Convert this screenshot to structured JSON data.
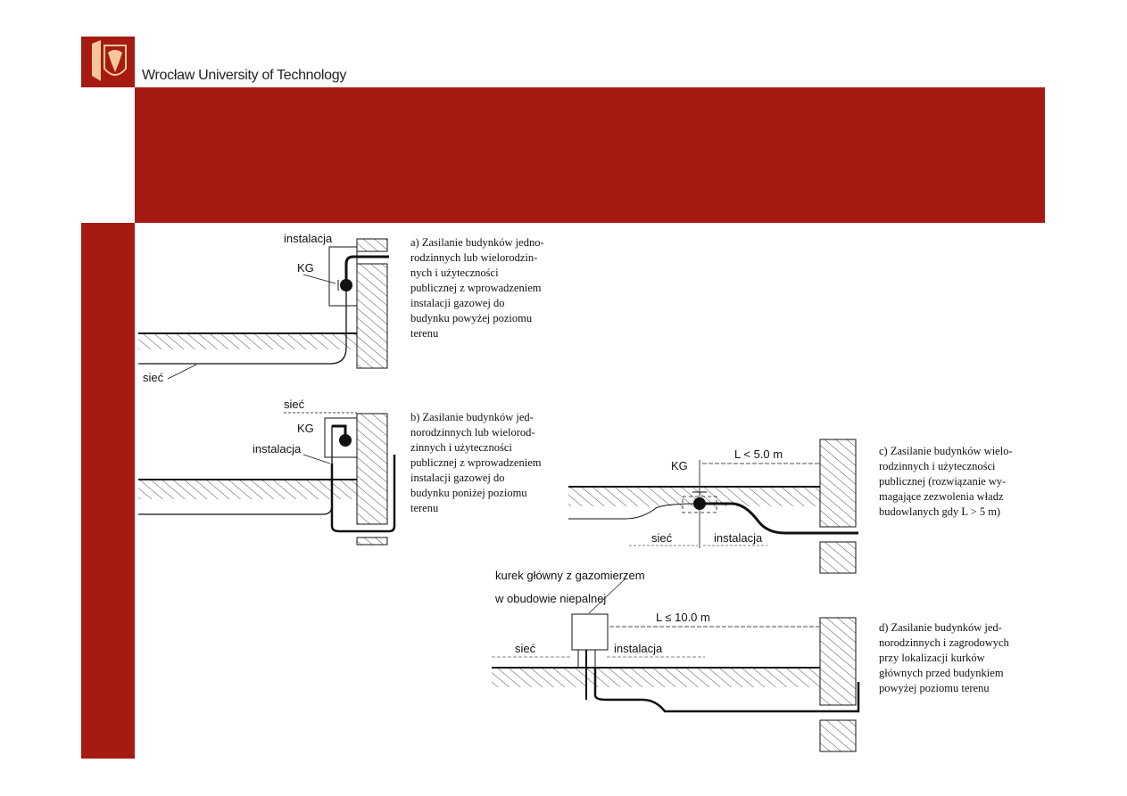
{
  "header": {
    "university": "Wrocław University of Technology"
  },
  "colors": {
    "brand_red": "#a61b11"
  },
  "diagrams": {
    "a": {
      "caption": "a) Zasilanie budynków jedno-\nrodzinnych lub wielorodzin-\nnych i użyteczności\npublicznej z wprowadzeniem\ninstalacji gazowej do\nbudynku powyżej poziomu\nterenu",
      "instalacja": "instalacja",
      "kg": "KG",
      "siec": "sieć"
    },
    "b": {
      "caption": "b) Zasilanie budynków jed-\nnorodzinnych lub wielorod-\nzinnych i użyteczności\npublicznej z wprowadzeniem\ninstalacji gazowej do\nbudynku poniżej poziomu\nterenu",
      "siec": "sieć",
      "kg": "KG",
      "instalacja": "instalacja"
    },
    "c": {
      "caption": "c) Zasilanie budynków wielo-\nrodzinnych i użyteczności\npublicznej (rozwiązanie wy-\nmagające zezwolenia władz\nbudowlanych gdy L > 5 m)",
      "kg": "KG",
      "distance": "L < 5.0 m",
      "siec": "sieć",
      "instalacja": "instalacja"
    },
    "d": {
      "caption": "d) Zasilanie budynków jed-\nnorodzinnych i zagrodowych\nprzy lokalizacji kurków\ngłównych przed budynkiem\npowyżej poziomu terenu",
      "label_line1": "kurek główny z gazomierzem",
      "label_line2": "w obudowie niepalnej",
      "distance": "L ≤ 10.0 m",
      "siec": "sieć",
      "instalacja": "instalacja"
    }
  }
}
